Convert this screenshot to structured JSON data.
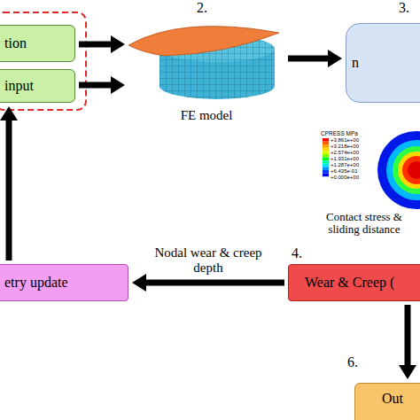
{
  "diagram": {
    "nodes": [
      {
        "text": [
          "tion"
        ]
      },
      {
        "text": [
          "input"
        ]
      },
      {
        "text": [
          "FE model"
        ]
      },
      {
        "text": [
          "n"
        ]
      },
      {
        "text": [
          "Wear & Creep ("
        ]
      },
      {
        "text": [
          "etry update"
        ]
      },
      {
        "text": [
          "Out"
        ]
      }
    ],
    "edges": [
      {
        "from": 0,
        "to": 2,
        "arrow": "to"
      },
      {
        "from": 1,
        "to": 2,
        "arrow": "to"
      },
      {
        "from": 2,
        "to": 3,
        "arrow": "to"
      },
      {
        "from": 4,
        "to": 5,
        "label": "Nodal wear & creep depth",
        "arrow": "to"
      },
      {
        "from": 5,
        "to": 1,
        "arrow": "to"
      },
      {
        "from": 4,
        "to": 6,
        "arrow": "to"
      }
    ],
    "labels": [
      "2.",
      "3.",
      "CPRESS MPa",
      "+3.861e+00",
      "+3.218e+00",
      "+2.574e+00",
      "+1.931e+00",
      "+1.287e+00",
      "+6.435e-01",
      "+0.000e+00",
      "Contact stress & sliding distance",
      "4.",
      "6."
    ]
  }
}
